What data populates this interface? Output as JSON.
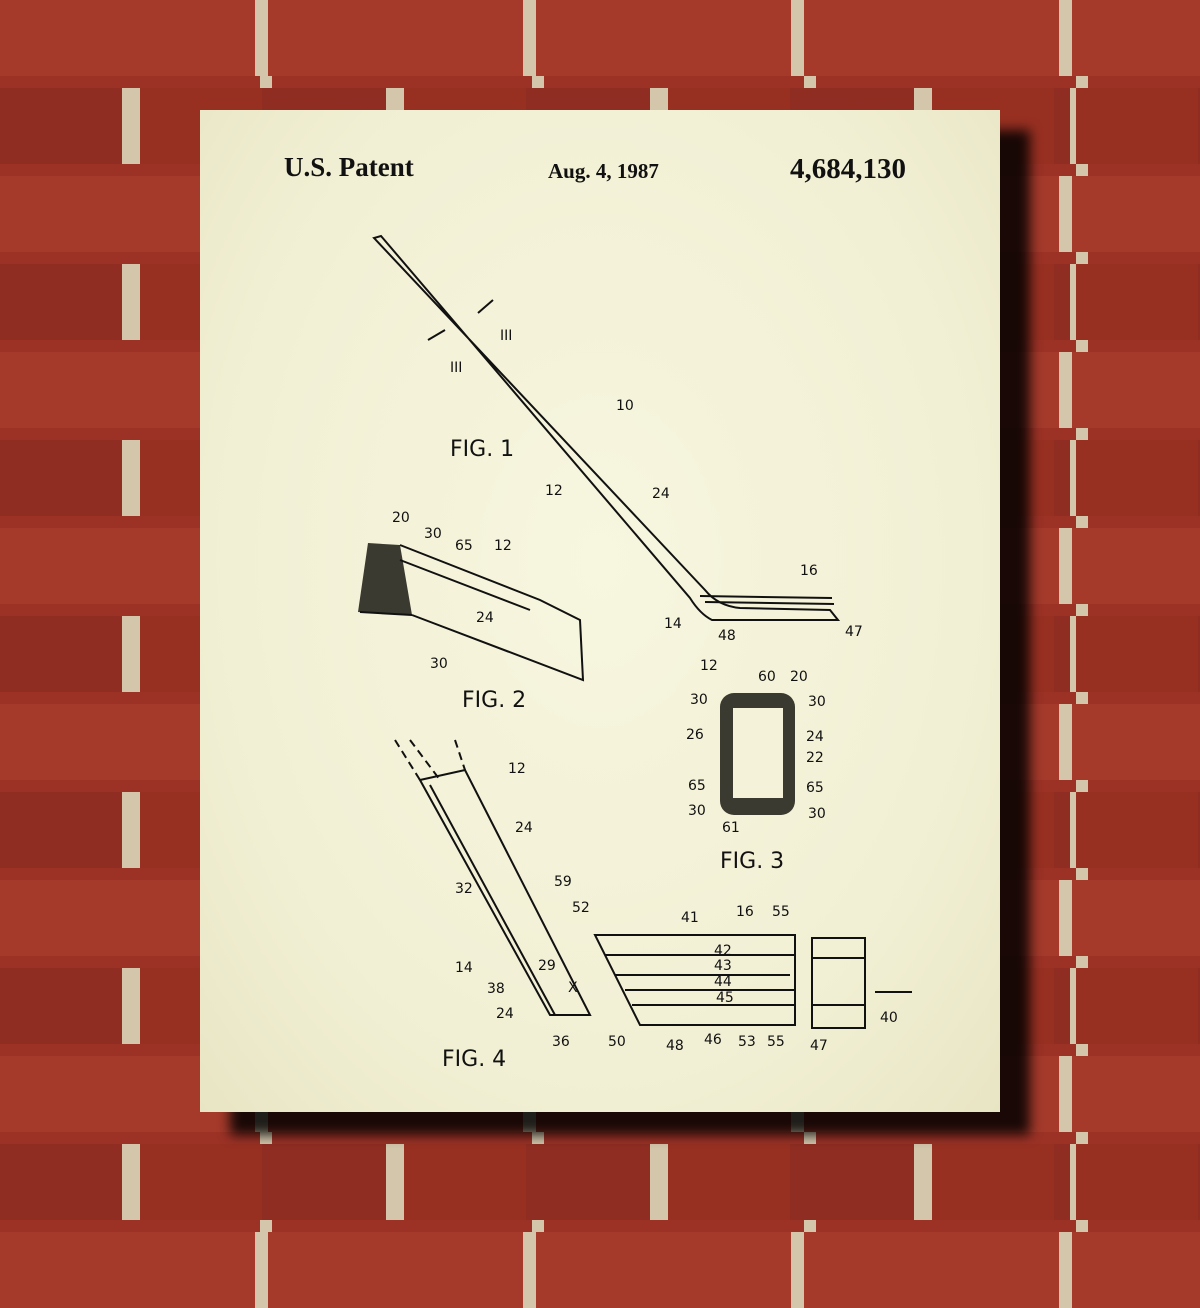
{
  "header": {
    "left": "U.S. Patent",
    "date": "Aug. 4, 1987",
    "number": "4,684,130"
  },
  "figures": {
    "fig1": {
      "title": "FIG. 1",
      "labels": [
        "10",
        "12",
        "24",
        "16",
        "14",
        "48",
        "47",
        "III",
        "III"
      ]
    },
    "fig2": {
      "title": "FIG. 2",
      "labels": [
        "20",
        "30",
        "65",
        "12",
        "24",
        "30"
      ]
    },
    "fig3": {
      "title": "FIG. 3",
      "labels": [
        "12",
        "60",
        "20",
        "30",
        "30",
        "26",
        "24",
        "22",
        "65",
        "65",
        "30",
        "30",
        "61"
      ]
    },
    "fig4": {
      "title": "FIG. 4",
      "labels": [
        "12",
        "24",
        "32",
        "59",
        "52",
        "41",
        "16",
        "55",
        "42",
        "43",
        "44",
        "45",
        "14",
        "29",
        "38",
        "24",
        "X",
        "36",
        "50",
        "48",
        "46",
        "53",
        "55",
        "47",
        "40"
      ]
    }
  },
  "colors": {
    "paper": "#f4f2d8",
    "brick": "#a13a2b",
    "mortar": "#d3c6ab",
    "ink": "#111111"
  }
}
